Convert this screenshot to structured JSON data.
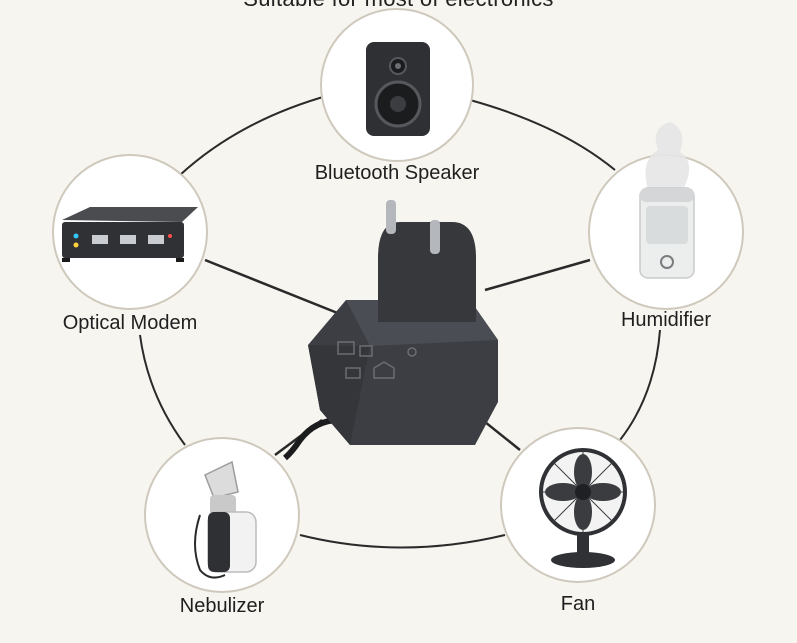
{
  "title": "Suitable for most of electronics",
  "center": {
    "icon": "power-adapter-icon"
  },
  "devices": [
    {
      "id": "bluetooth-speaker",
      "label": "Bluetooth Speaker",
      "icon": "speaker-icon"
    },
    {
      "id": "humidifier",
      "label": "Humidifier",
      "icon": "humidifier-icon"
    },
    {
      "id": "fan",
      "label": "Fan",
      "icon": "fan-icon"
    },
    {
      "id": "nebulizer",
      "label": "Nebulizer",
      "icon": "nebulizer-icon"
    },
    {
      "id": "optical-modem",
      "label": "Optical Modem",
      "icon": "modem-icon"
    }
  ],
  "colors": {
    "background": "#f7f5ef",
    "ring": "#2a2a2a",
    "circle_border": "#cfc9bd",
    "device_dark": "#3a3c40",
    "device_light": "#e9eaea"
  }
}
